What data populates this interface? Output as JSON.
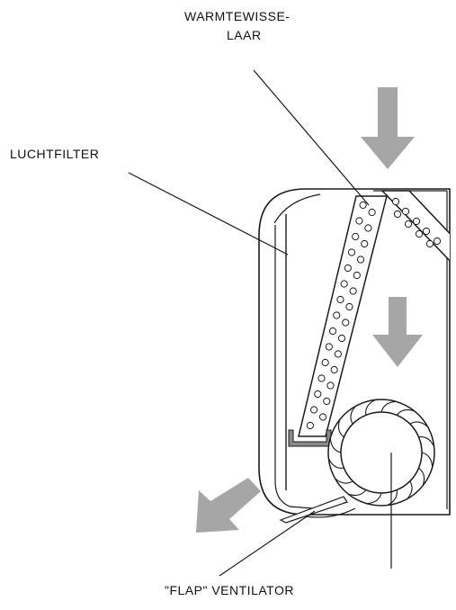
{
  "labels": {
    "heat_exchanger_line1": "WARMTEWISSE-",
    "heat_exchanger_line2": "LAAR",
    "air_filter": "LUCHTFILTER",
    "flap_fan": "\"FLAP\" VENTILATOR"
  },
  "colors": {
    "line": "#1a1a1a",
    "arrow": "#a6a6a6",
    "drain_tray": "#8a8a8a",
    "background": "#ffffff"
  },
  "arrows": [
    "arrow-air-in-top",
    "arrow-air-inside",
    "arrow-air-out"
  ]
}
